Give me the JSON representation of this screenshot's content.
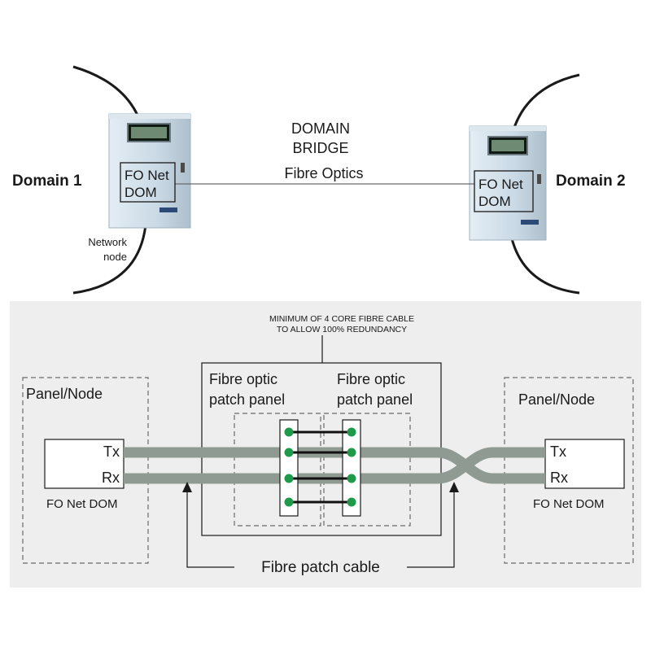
{
  "top": {
    "domain1": "Domain 1",
    "domain2": "Domain 2",
    "bridge_line1": "DOMAIN",
    "bridge_line2": "BRIDGE",
    "fibre_optics": "Fibre Optics",
    "fo_net_line1": "FO Net",
    "fo_net_line2": "DOM",
    "network_line1": "Network",
    "network_line2": "node"
  },
  "bottom": {
    "note_line1": "MINIMUM OF 4 CORE FIBRE CABLE",
    "note_line2": "TO ALLOW 100% REDUNDANCY",
    "panel_node": "Panel/Node",
    "patch_line1": "Fibre optic",
    "patch_line2": "patch panel",
    "tx": "Tx",
    "rx": "Rx",
    "fo_net_dom": "FO Net DOM",
    "fibre_patch_cable": "Fibre patch cable"
  },
  "colors": {
    "cable": "#8f9a92",
    "connector": "#1f9a4a",
    "panel_bg": "#eeeeee",
    "device_body": "#c7d7e3"
  }
}
